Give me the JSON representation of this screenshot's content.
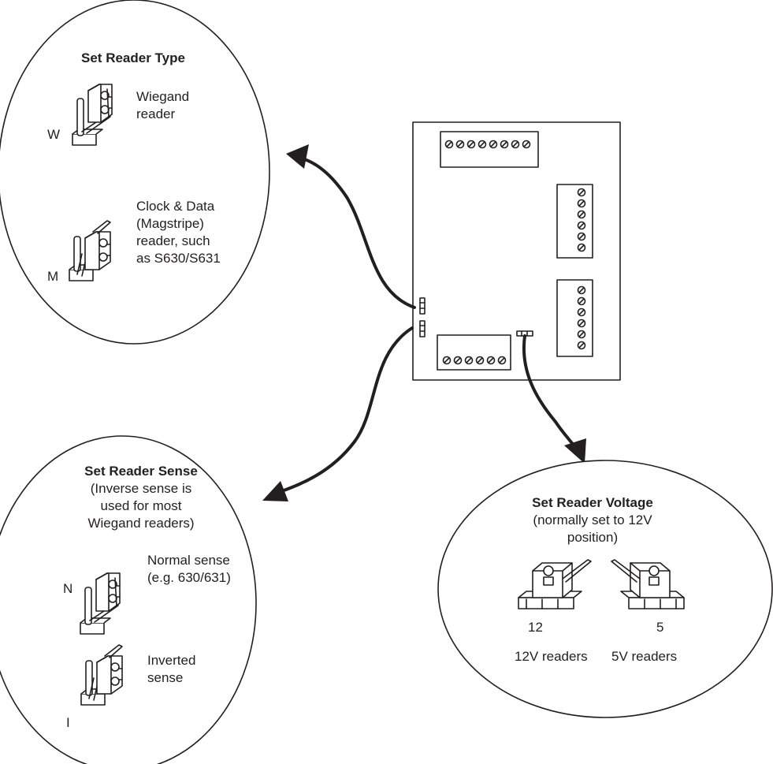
{
  "reader_type": {
    "title": "Set Reader Type",
    "wiegand": {
      "letter": "W",
      "lines": [
        "Wiegand",
        "reader"
      ]
    },
    "magstripe": {
      "letter": "M",
      "lines": [
        "Clock & Data",
        "(Magstripe)",
        "reader, such",
        "as S630/S631"
      ]
    }
  },
  "reader_sense": {
    "title": "Set Reader Sense",
    "note_lines": [
      "(Inverse sense is",
      "used for most",
      "Wiegand readers)"
    ],
    "normal": {
      "letter": "N",
      "lines": [
        "Normal sense",
        "(e.g. 630/631)"
      ]
    },
    "inverted": {
      "letter": "I",
      "lines": [
        "Inverted",
        "sense"
      ]
    }
  },
  "reader_voltage": {
    "title": "Set Reader Voltage",
    "note_lines": [
      "(normally set to 12V",
      "position)"
    ],
    "v12": {
      "number": "12",
      "caption": "12V readers"
    },
    "v5": {
      "number": "5",
      "caption": "5V readers"
    }
  }
}
